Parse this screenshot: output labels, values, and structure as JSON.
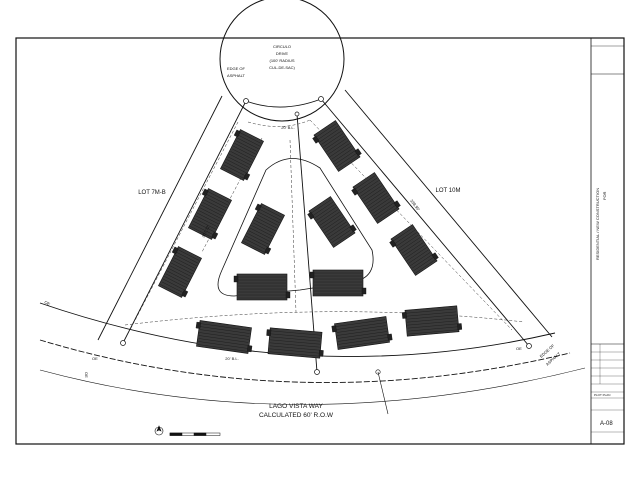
{
  "labels": {
    "circulo_1": "CIRCULO",
    "circulo_2": "DRIVE",
    "circulo_3": "(100' RADIUS",
    "circulo_4": "CUL-DE-SAC)",
    "edge_left_1": "EDGE OF",
    "edge_left_2": "ASPHALT",
    "edge_right_1": "EDGE OF",
    "edge_right_2": "ASPHALT",
    "bl_top": "20' B.L.",
    "bl_bottom": "20' B.L.",
    "lot_left": "LOT 7M-B",
    "lot_right": "LOT 10M",
    "dim_left": "307.72'",
    "dim_right": "338.95'",
    "oe_1": "OE",
    "oe_2": "OE",
    "oe_3": "OE",
    "oe_4": "OE",
    "road_1": "LAGO VISTA WAY",
    "road_2": "CALCULATED 60' R.O.W"
  },
  "title_block": {
    "project_title": "RESIDENTIAL / NEW CONSTRUCTION",
    "project_for": "FOR",
    "sheet_name": "PLOT PLAN",
    "sheet_number": "A-08"
  },
  "colors": {
    "line": "#111111",
    "building_fill": "#3a3a3a",
    "paper": "#ffffff"
  }
}
